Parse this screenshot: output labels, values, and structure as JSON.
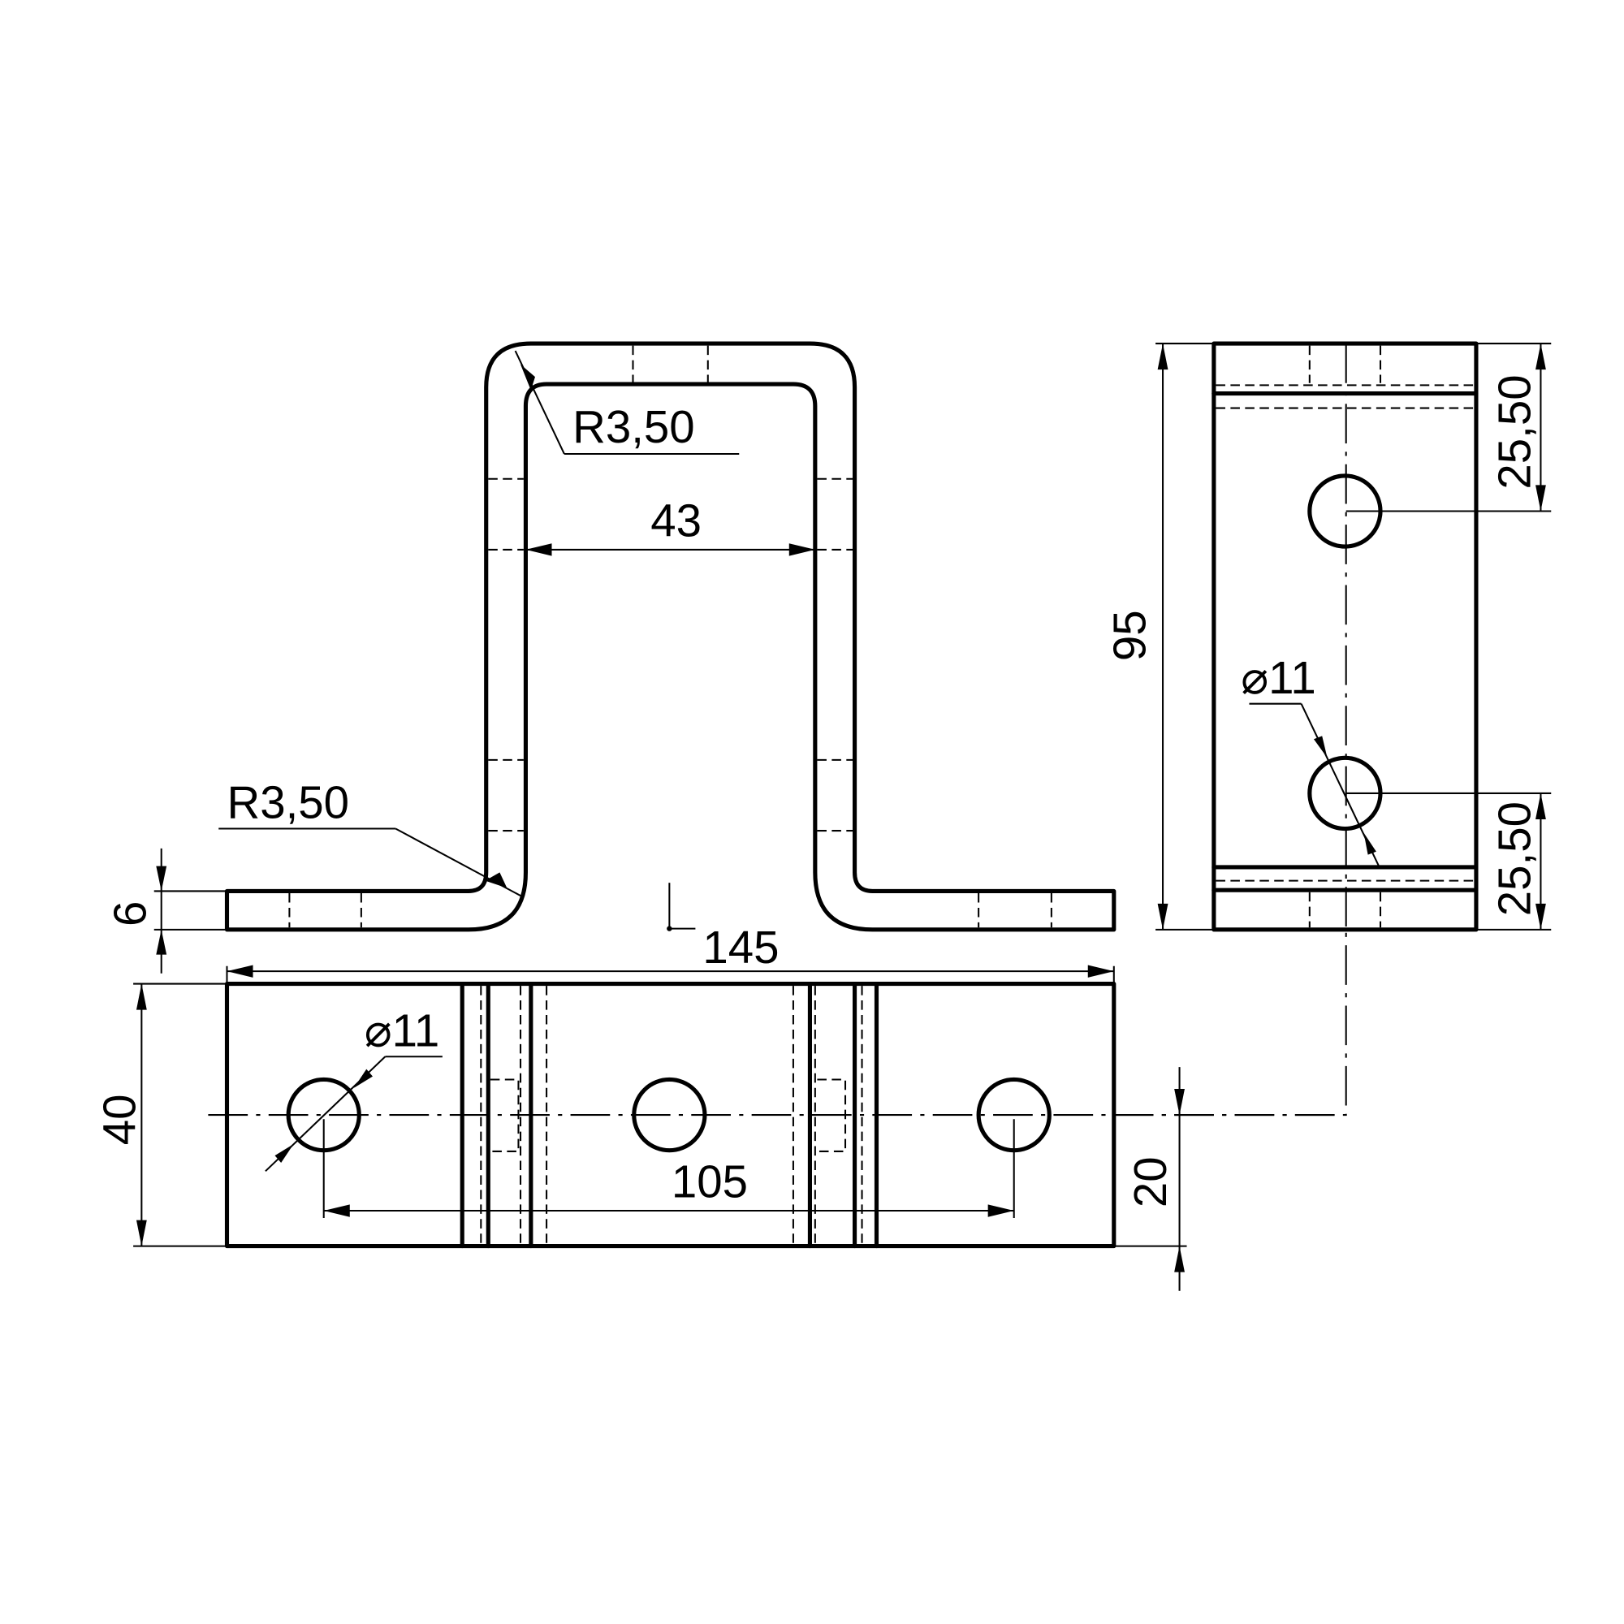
{
  "drawing": {
    "type": "technical-drawing",
    "subject": "Bent U-bracket (omega profile) with three holes",
    "views": [
      "front-view",
      "top-view",
      "side-view"
    ],
    "line_color": "#000000",
    "background": "#ffffff"
  },
  "dimensions": {
    "bend_radius_top": "R3,50",
    "bend_radius_bottom": "R3,50",
    "inner_width": "43",
    "thickness": "6",
    "overall_length": "145",
    "width": "40",
    "hole_spacing": "105",
    "hole_diameter_top_view": "⌀11",
    "hole_diameter_side_view": "⌀11",
    "height": "95",
    "hole_offset_top": "25,50",
    "hole_offset_bottom": "25,50",
    "hole_center_from_edge": "20"
  }
}
